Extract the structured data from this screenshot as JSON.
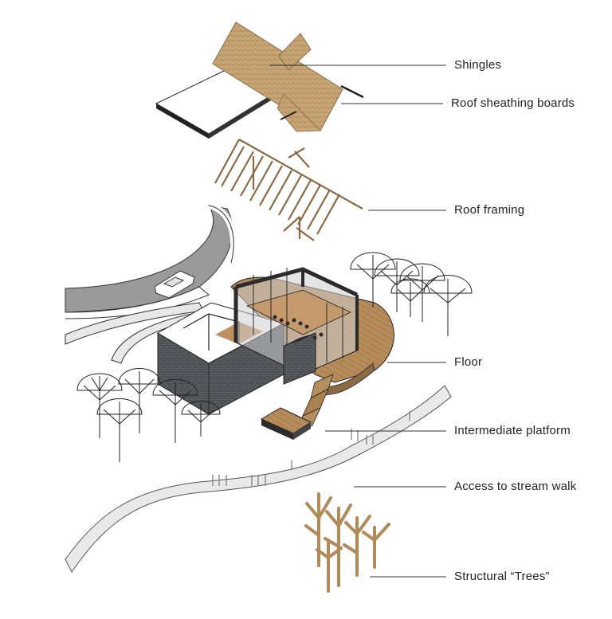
{
  "diagram": {
    "callouts": [
      {
        "id": "shingles",
        "label": "Shingles"
      },
      {
        "id": "roof-sheathing",
        "label": "Roof sheathing boards"
      },
      {
        "id": "roof-framing",
        "label": "Roof framing"
      },
      {
        "id": "floor",
        "label": "Floor"
      },
      {
        "id": "intermediate-platform",
        "label": "Intermediate platform"
      },
      {
        "id": "stream-walk",
        "label": "Access to stream walk"
      },
      {
        "id": "structural-trees",
        "label": "Structural “Trees”"
      }
    ],
    "colors": {
      "wood": "#b58e5e",
      "wood_dark": "#8a6a44",
      "shingle": "#c8a878",
      "stone": "#555a5e",
      "road": "#9a9a9a",
      "path": "#e6e6e6",
      "line": "#222222",
      "frame_dark": "#2b2b2b"
    }
  }
}
